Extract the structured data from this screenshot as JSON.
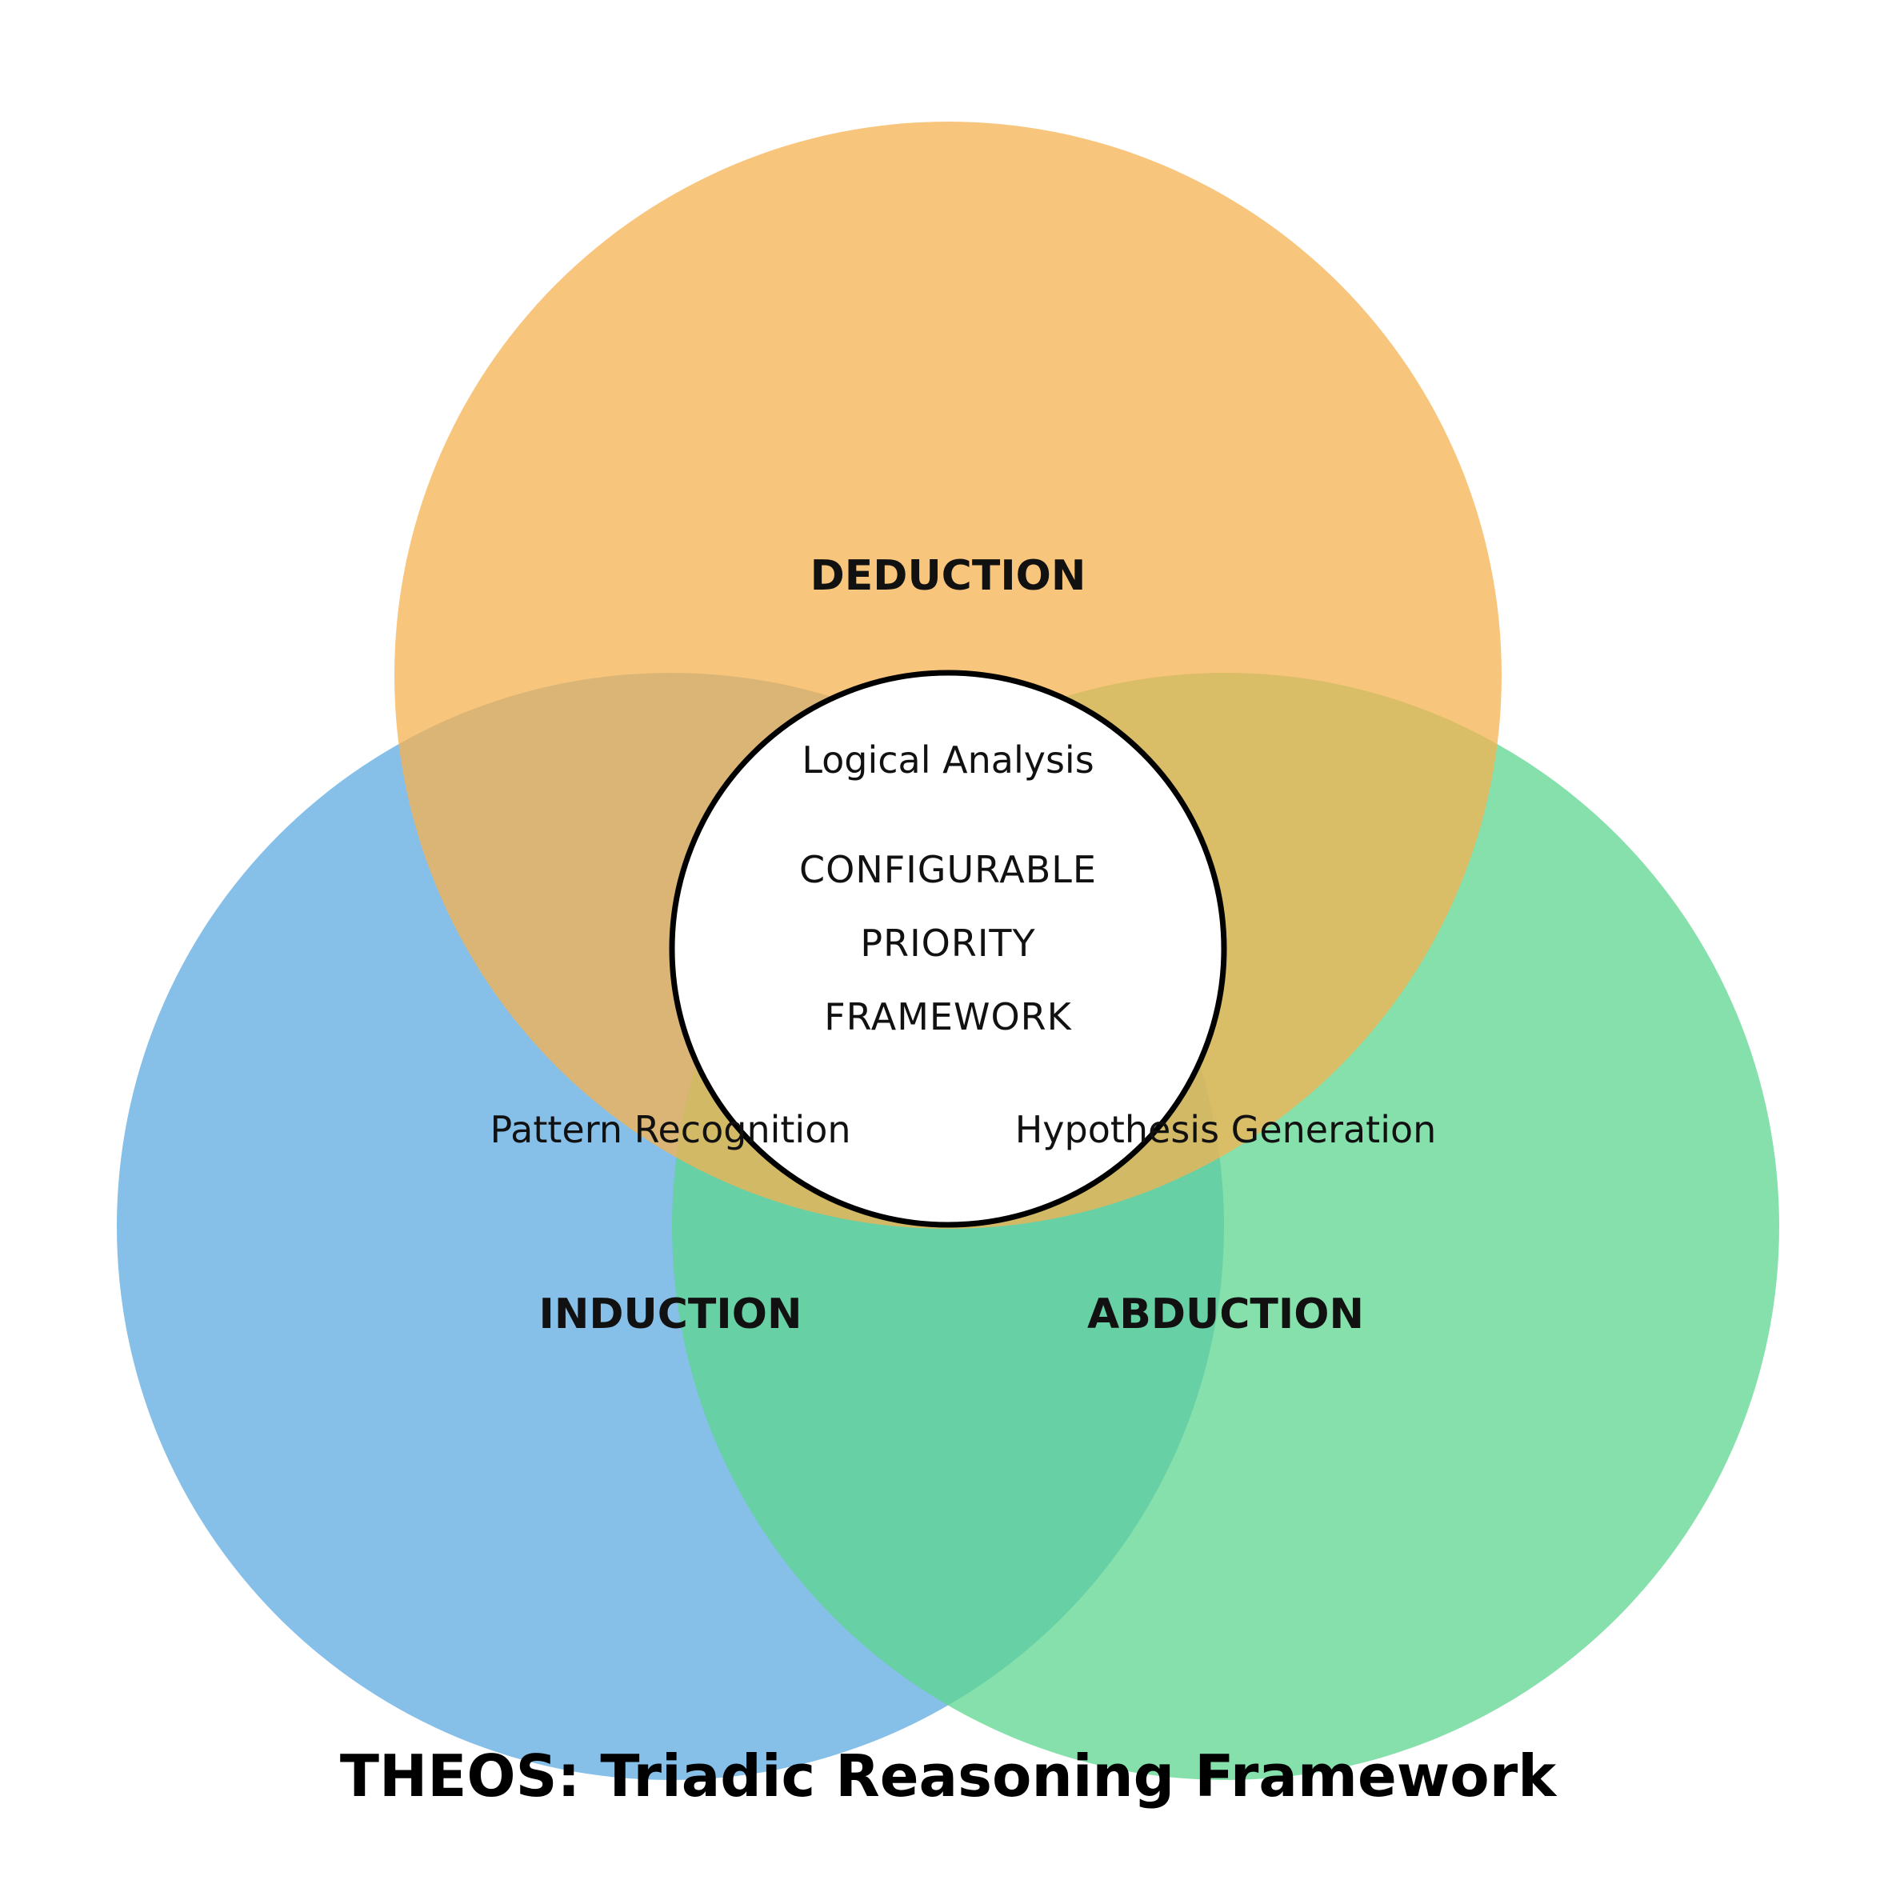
{
  "title": "THEOS: Triadic Reasoning Framework",
  "circles": {
    "deduction": {
      "label": "DEDUCTION",
      "color": "#F5B250"
    },
    "induction": {
      "label": "INDUCTION",
      "color": "#5DAAE0"
    },
    "abduction": {
      "label": "ABDUCTION",
      "color": "#5DD68F"
    }
  },
  "overlap_labels": {
    "deduction": "Logical Analysis",
    "induction": "Pattern Recognition",
    "abduction": "Hypothesis Generation"
  },
  "center": {
    "lines": [
      "CONFIGURABLE",
      "PRIORITY",
      "FRAMEWORK"
    ],
    "fill": "#FFFFFF",
    "stroke": "#000000"
  },
  "circle_opacity": 0.75
}
